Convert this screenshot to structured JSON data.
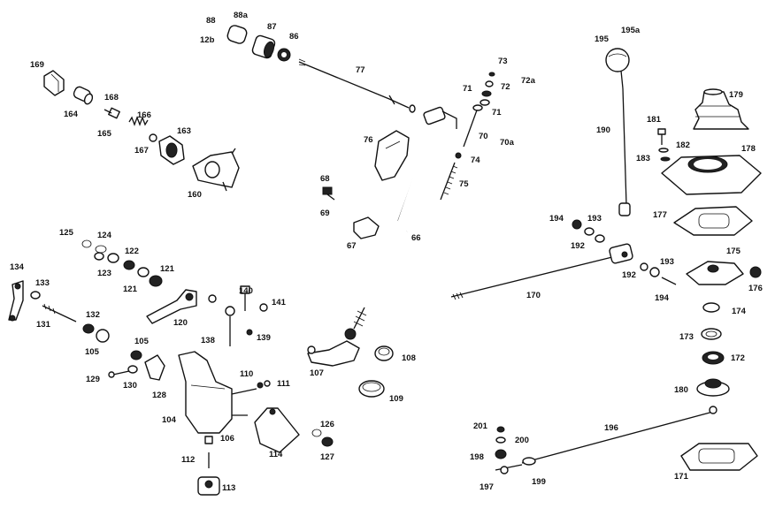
{
  "labels": {
    "l88": "88",
    "l88a": "88a",
    "l12b": "12b",
    "l87": "87",
    "l86": "86",
    "l77": "77",
    "l169": "169",
    "l168": "168",
    "l164": "164",
    "l165": "165",
    "l166": "166",
    "l167": "167",
    "l163": "163",
    "l160": "160",
    "l76": "76",
    "l68": "68",
    "l69": "69",
    "l67": "67",
    "l66": "66",
    "l73": "73",
    "l72": "72",
    "l72a": "72a",
    "l71a": "71",
    "l71b": "71",
    "l70": "70",
    "l70a": "70a",
    "l74": "74",
    "l75": "75",
    "l195": "195",
    "l195a": "195a",
    "l179": "179",
    "l181": "181",
    "l190": "190",
    "l182": "182",
    "l183": "183",
    "l178": "178",
    "l177": "177",
    "l194a": "194",
    "l193a": "193",
    "l192a": "192",
    "l175": "175",
    "l176": "176",
    "l193b": "193",
    "l192b": "192",
    "l194b": "194",
    "l170": "170",
    "l174": "174",
    "l173": "173",
    "l172": "172",
    "l180": "180",
    "l201": "201",
    "l200": "200",
    "l196": "196",
    "l198": "198",
    "l197": "197",
    "l199": "199",
    "l171": "171",
    "l125": "125",
    "l124": "124",
    "l122": "122",
    "l123": "123",
    "l121a": "121",
    "l121b": "121",
    "l134": "134",
    "l133": "133",
    "l131": "131",
    "l132": "132",
    "l105a": "105",
    "l105b": "105",
    "l120": "120",
    "l140": "140",
    "l141": "141",
    "l138": "138",
    "l139": "139",
    "l129": "129",
    "l130": "130",
    "l128": "128",
    "l110": "110",
    "l111": "111",
    "l104": "104",
    "l106": "106",
    "l112": "112",
    "l113": "113",
    "l114": "114",
    "l126": "126",
    "l127": "127",
    "l107": "107",
    "l108": "108",
    "l109": "109"
  }
}
